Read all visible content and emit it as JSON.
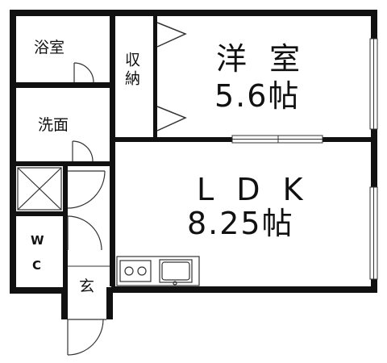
{
  "rooms": {
    "bathroom": "浴室",
    "closet": "収納",
    "western_room_name": "洋 室",
    "western_room_size": "5.6帖",
    "washroom": "洗面",
    "ldk_name": "L D K",
    "ldk_size": "8.25帖",
    "toilet_w": "W",
    "toilet_c": "C",
    "entrance": "玄"
  },
  "colors": {
    "wall": "#111111",
    "line": "#333333",
    "background": "#ffffff"
  }
}
